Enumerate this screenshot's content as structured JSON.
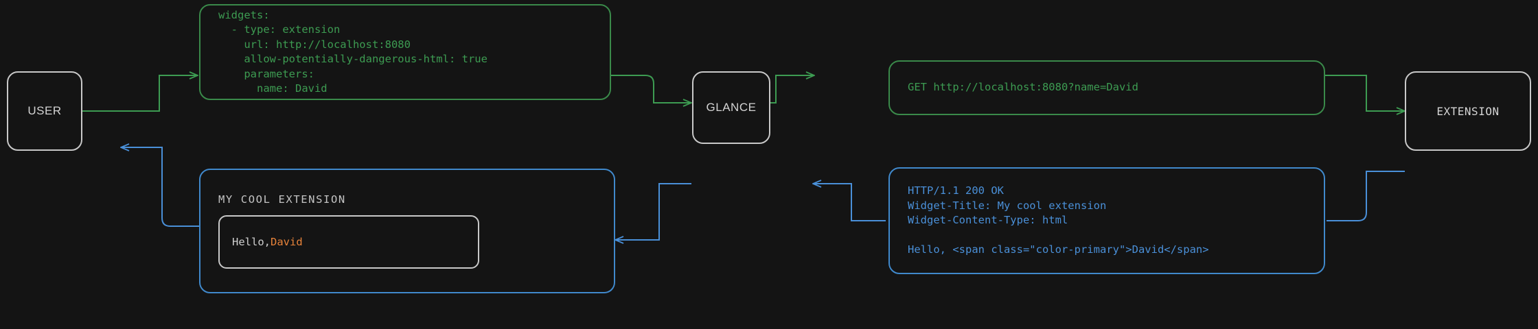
{
  "diagram": {
    "title": "Glance extension request/response flow",
    "background_color": "#141414",
    "colors": {
      "node_border": "#c9c9c9",
      "request_green": "#3d9c52",
      "response_blue": "#4a90d9",
      "accent_orange": "#e8833a"
    }
  },
  "nodes": {
    "user": {
      "label": "USER"
    },
    "glance": {
      "label": "GLANCE"
    },
    "extension": {
      "label": "EXTENSION"
    }
  },
  "panels": {
    "config": {
      "kind": "yaml-config",
      "color": "#3d9c52",
      "text": "widgets:\n  - type: extension\n    url: http://localhost:8080\n    allow-potentially-dangerous-html: true\n    parameters:\n      name: David"
    },
    "request": {
      "kind": "http-request",
      "color": "#3d9c52",
      "text": "GET http://localhost:8080?name=David"
    },
    "response": {
      "kind": "http-response",
      "color": "#4a90d9",
      "text": "HTTP/1.1 200 OK\nWidget-Title: My cool extension\nWidget-Content-Type: html\n\nHello, <span class=\"color-primary\">David</span>"
    },
    "rendered": {
      "kind": "rendered-widget",
      "color": "#4a90d9",
      "widget_title": "MY COOL EXTENSION",
      "body_prefix": "Hello, ",
      "body_accent": "David"
    }
  },
  "edges": [
    {
      "name": "user-to-config",
      "color": "#3d9c52",
      "direction": "right"
    },
    {
      "name": "config-to-glance",
      "color": "#3d9c52",
      "direction": "right"
    },
    {
      "name": "glance-to-request",
      "color": "#3d9c52",
      "direction": "right"
    },
    {
      "name": "request-to-extension",
      "color": "#3d9c52",
      "direction": "right"
    },
    {
      "name": "extension-to-response",
      "color": "#4a90d9",
      "direction": "left"
    },
    {
      "name": "response-to-glance",
      "color": "#4a90d9",
      "direction": "left"
    },
    {
      "name": "glance-to-rendered",
      "color": "#4a90d9",
      "direction": "left"
    },
    {
      "name": "rendered-to-user",
      "color": "#4a90d9",
      "direction": "left"
    }
  ]
}
